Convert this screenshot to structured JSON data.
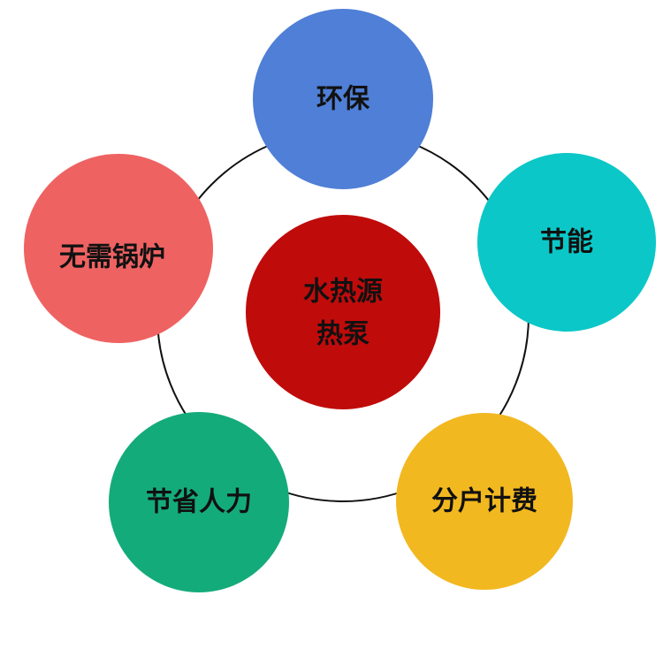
{
  "center": {
    "lines": [
      "水热源",
      "热泵"
    ],
    "color": "#c00b0b"
  },
  "nodes": [
    {
      "id": "environmental",
      "label": "环保",
      "color": "#4f7fd6"
    },
    {
      "id": "energy-saving",
      "label": "节能",
      "color": "#0cc7c7"
    },
    {
      "id": "household-billing",
      "label": "分户计费",
      "color": "#f2b820"
    },
    {
      "id": "labor-saving",
      "label": "节省人力",
      "color": "#14ab7a"
    },
    {
      "id": "no-boiler",
      "label": "无需锅炉",
      "color": "#ef6262"
    }
  ],
  "ring_color": "#111111"
}
